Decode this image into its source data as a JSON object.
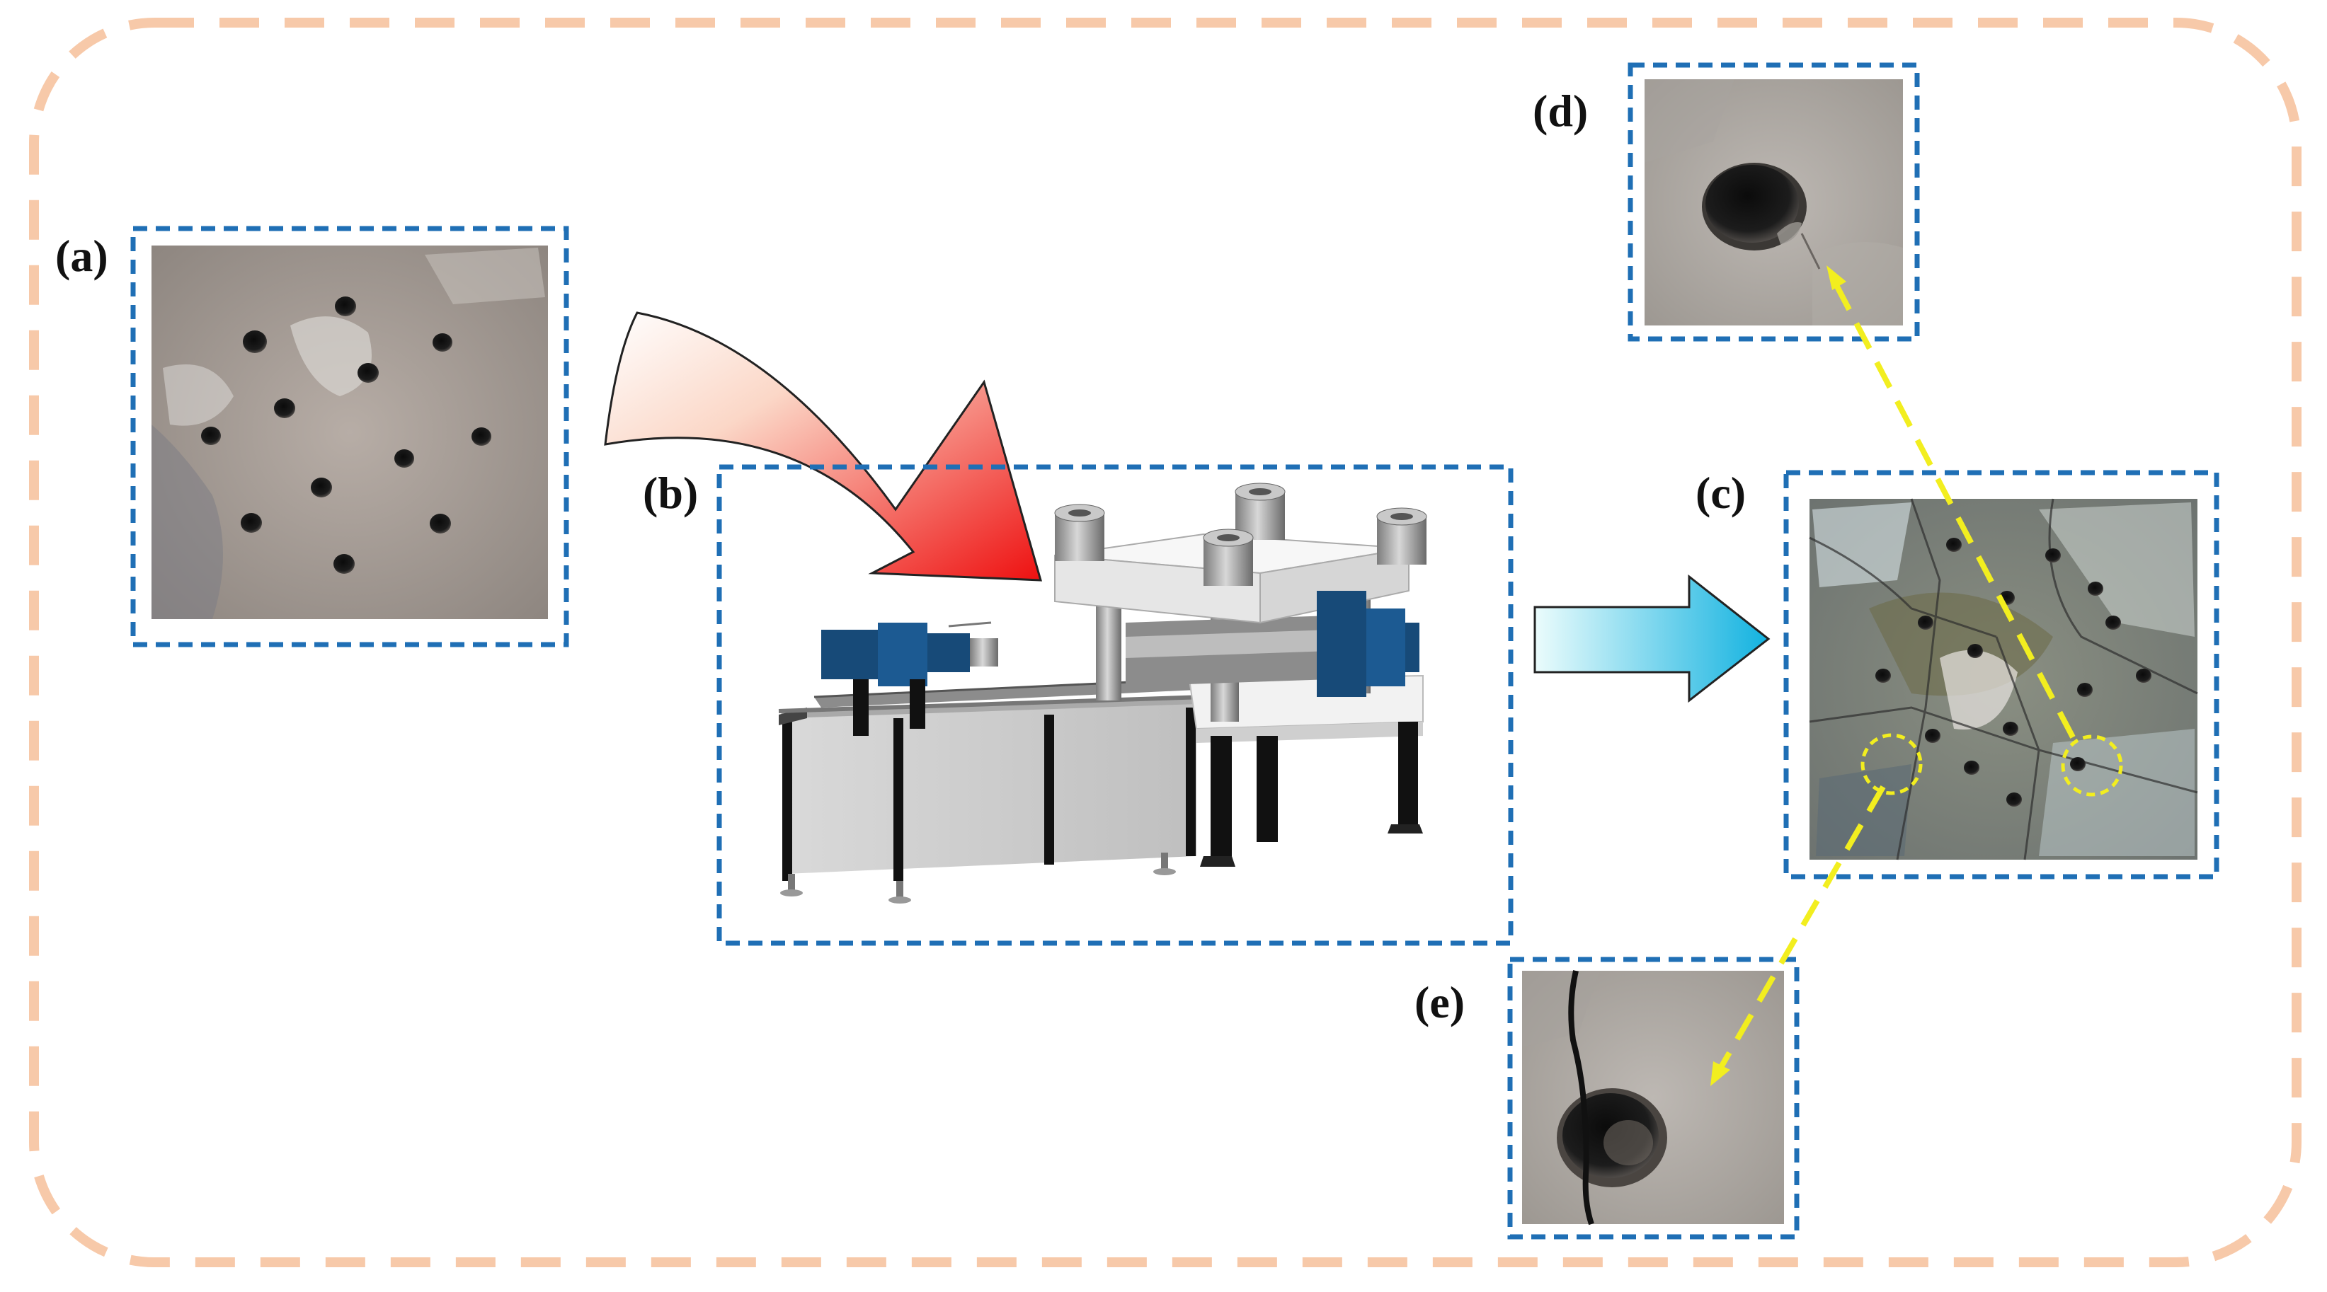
{
  "labels": {
    "a": "(a)",
    "b": "(b)",
    "c": "(c)",
    "d": "(d)",
    "e": "(e)"
  },
  "colors": {
    "outer_border": "#f7c9a9",
    "panel_border": "#1f6fb5",
    "curved_arrow_start": "#ffffff",
    "curved_arrow_end": "#ee1111",
    "straight_arrow_start": "#e6fbfb",
    "straight_arrow_end": "#18b6e0",
    "leader_line": "#f2ee1f",
    "machine_blue": "#174a78"
  },
  "icons": [
    "drilled-plate-photo",
    "curved-arrow-icon",
    "hydraulic-press-icon",
    "right-arrow-icon",
    "fractured-plate-photo",
    "hole-closeup-photo",
    "cracked-hole-closeup-photo"
  ]
}
